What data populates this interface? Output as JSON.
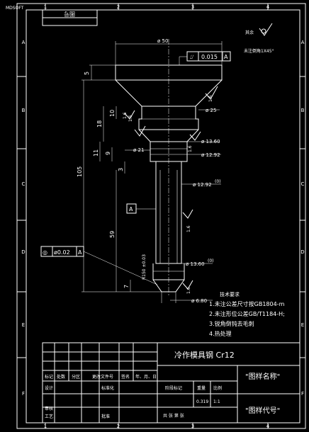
{
  "corner_label": "MDSOFT",
  "title_stamp": "图号",
  "column_labels": [
    "1",
    "2",
    "3",
    "4"
  ],
  "row_labels": [
    "A",
    "B",
    "C",
    "D",
    "E",
    "F"
  ],
  "surface": {
    "label_rest": "其余",
    "label_chamfer": "未注倒角",
    "chamfer_value": "1X45°"
  },
  "dims": {
    "d50": "ø 50",
    "d25": "ø 25",
    "d1360": "ø 13.60",
    "d1292": "ø 12.92",
    "d21": "ø 21",
    "d1292tol": "ø 12.92",
    "d1292tol_sup": "(0)",
    "d1360b": "ø 13.60",
    "d1360b_sup": "(0)",
    "d680": "ø 6.80",
    "v5": "5",
    "v10": "10",
    "v18": "18",
    "v11": "11",
    "v9": "9",
    "v3": "3",
    "v105": "105",
    "v59": "59",
    "v7": "7",
    "r150": "R150 ±0.03"
  },
  "tolerance_frames": {
    "top": {
      "symbol": "⌰",
      "value": "0.015",
      "datum": "A"
    },
    "left": {
      "symbol": "◎",
      "value": "ø0.02",
      "datum": "A"
    },
    "datum_label": "A"
  },
  "roughness_marks": [
    "1.6",
    "1.6",
    "1.6",
    "1.6",
    "1.6",
    "1.6"
  ],
  "tech_req": {
    "title": "技术要求",
    "lines": [
      "1.未注公差尺寸按GB1804-m",
      "2.未注形位公差GB/T1184-H;",
      "3.锐角倒钝去毛刺",
      "4.热处理"
    ]
  },
  "title_block": {
    "material": "冷作模具钢 Cr12",
    "drawing_name": "\"图样名称\"",
    "drawing_code": "\"图样代号\"",
    "mark_label": "标记",
    "count_label": "处数",
    "zone_label": "分区",
    "change_doc_label": "更改文件号",
    "sign_label": "签名",
    "date_label": "年、月、日",
    "design_label": "设计",
    "std_label": "标准化",
    "review_label": "审核",
    "process_label": "工艺",
    "approve_label": "批准",
    "stage_label": "阶段标记",
    "weight_label": "重量",
    "ratio_label": "比例",
    "weight_value": "0.319",
    "ratio_value": "1:1",
    "sheets_label": "共  张  第  张"
  }
}
